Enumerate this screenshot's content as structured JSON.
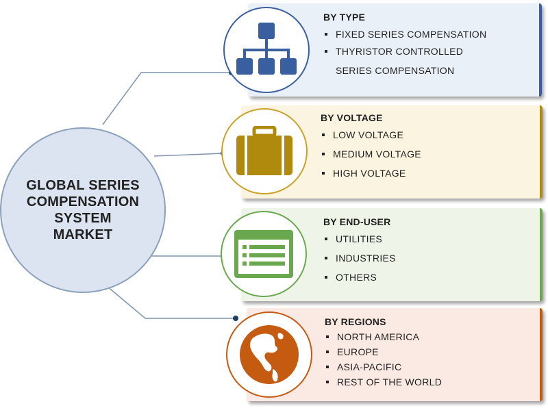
{
  "center": {
    "title": "GLOBAL SERIES\nCOMPENSATION\nSYSTEM\nMARKET"
  },
  "segments": [
    {
      "title": "BY TYPE",
      "icon": "hierarchy-icon",
      "color": "#eaf0f8",
      "accent": "#3a5fa0",
      "items": [
        "FIXED SERIES COMPENSATION",
        "THYRISTOR CONTROLLED SERIES COMPENSATION"
      ]
    },
    {
      "title": "BY VOLTAGE",
      "icon": "briefcase-icon",
      "color": "#fbf4e0",
      "accent": "#b08a0d",
      "items": [
        "LOW VOLTAGE",
        "MEDIUM VOLTAGE",
        "HIGH VOLTAGE"
      ]
    },
    {
      "title": "BY END-USER",
      "icon": "list-form-icon",
      "color": "#eef5e8",
      "accent": "#6aa84f",
      "items": [
        "UTILITIES",
        "INDUSTRIES",
        "OTHERS"
      ]
    },
    {
      "title": "BY REGIONS",
      "icon": "globe-icon",
      "color": "#fbeae3",
      "accent": "#c55a11",
      "items": [
        "NORTH AMERICA",
        "EUROPE",
        "ASIA-PACIFIC",
        "REST OF THE WORLD"
      ]
    }
  ]
}
